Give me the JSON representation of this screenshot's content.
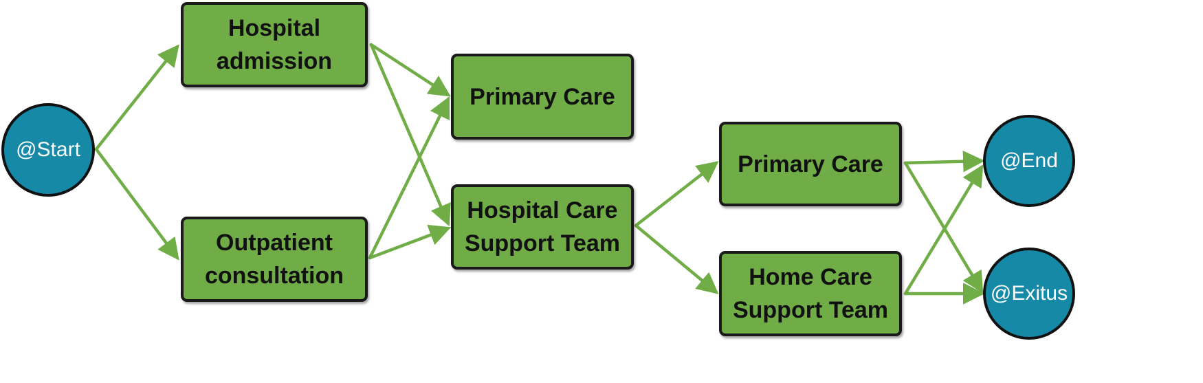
{
  "nodes": {
    "start": "@Start",
    "hospital_admission": "Hospital\nadmission",
    "outpatient_consultation": "Outpatient\nconsultation",
    "primary_care_1": "Primary Care",
    "hospital_care_support_team": "Hospital Care\nSupport Team",
    "primary_care_2": "Primary Care",
    "home_care_support_team": "Home Care\nSupport Team",
    "end": "@End",
    "exitus": "@Exitus"
  },
  "edges": [
    [
      "start",
      "hospital_admission"
    ],
    [
      "start",
      "outpatient_consultation"
    ],
    [
      "hospital_admission",
      "primary_care_1"
    ],
    [
      "hospital_admission",
      "hospital_care_support_team"
    ],
    [
      "outpatient_consultation",
      "primary_care_1"
    ],
    [
      "outpatient_consultation",
      "hospital_care_support_team"
    ],
    [
      "hospital_care_support_team",
      "primary_care_2"
    ],
    [
      "hospital_care_support_team",
      "home_care_support_team"
    ],
    [
      "primary_care_2",
      "end"
    ],
    [
      "primary_care_2",
      "exitus"
    ],
    [
      "home_care_support_team",
      "end"
    ],
    [
      "home_care_support_team",
      "exitus"
    ]
  ],
  "colors": {
    "process_fill": "#70ad47",
    "terminal_fill": "#1689a6",
    "arrow": "#70ad47",
    "border": "#1a1a1a"
  }
}
